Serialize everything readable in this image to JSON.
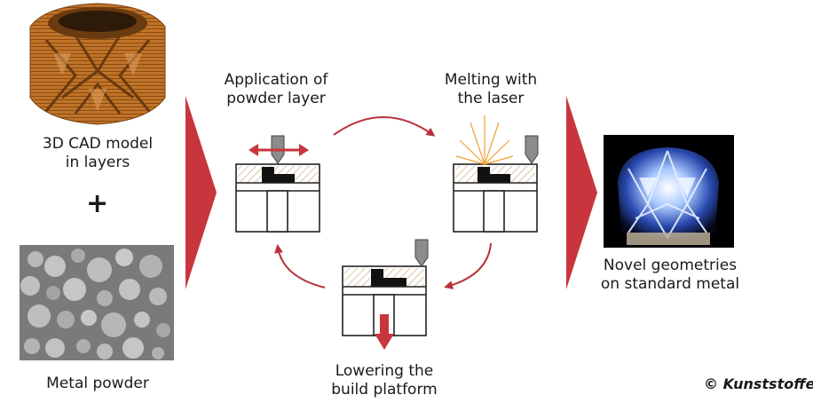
{
  "labels": {
    "cad_model_line1": "3D CAD model",
    "cad_model_line2": "in layers",
    "plus": "+",
    "metal_powder": "Metal powder",
    "step1_line1": "Application of",
    "step1_line2": "powder layer",
    "step2_line1": "Melting with",
    "step2_line2": "the laser",
    "step3_line1": "Lowering the",
    "step3_line2": "build platform",
    "result_line1": "Novel geometries",
    "result_line2": "on standard metal"
  },
  "copyright": {
    "symbol": "©",
    "name": "Kunststoffe"
  },
  "colors": {
    "accent_red": "#c9353c",
    "arrow_red": "#b8323a",
    "cad_bronze": "#b86a22",
    "laser_orange": "#f0a030",
    "nozzle_gray": "#8c8c8c"
  }
}
